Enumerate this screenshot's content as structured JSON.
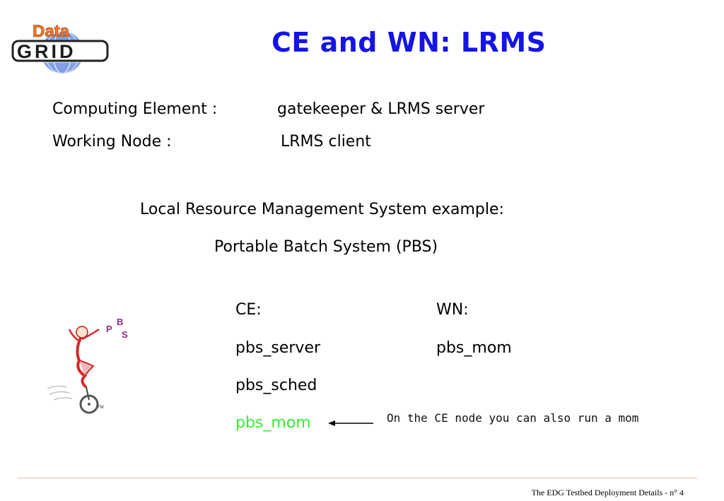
{
  "logo": {
    "word_top": "Data",
    "word_bottom": "GRID"
  },
  "slide": {
    "title": "CE and WN: LRMS",
    "rows": [
      {
        "label": "Computing Element :",
        "value": "gatekeeper & LRMS server"
      },
      {
        "label": "Working Node :",
        "value": "LRMS client"
      }
    ],
    "lrms_heading": "Local Resource Management System example:",
    "pbs_name": "Portable Batch System (PBS)",
    "columns": {
      "ce_header": "CE:",
      "wn_header": "WN:",
      "ce_items": [
        "pbs_server",
        "pbs_sched",
        "pbs_mom"
      ],
      "wn_items": [
        "pbs_mom"
      ]
    },
    "note": "On the CE node you can also run a mom"
  },
  "illustration": {
    "letters": [
      "P",
      "B",
      "S"
    ],
    "trademark": "TM"
  },
  "footer": {
    "text": "The EDG Testbed Deployment Details - n° 4"
  },
  "colors": {
    "title": "#1414e6",
    "highlight": "#33ee33",
    "logo_orange": "#f07a2a",
    "logo_globe": "#5a7fd8",
    "divider": "#e8b8b0"
  }
}
